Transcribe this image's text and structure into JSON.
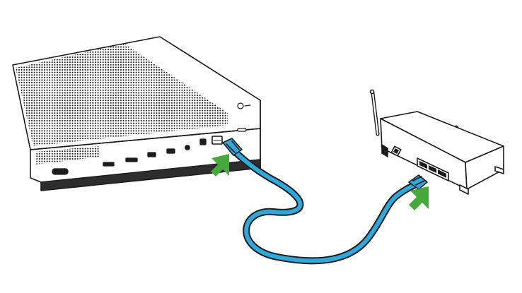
{
  "diagram": {
    "devices": [
      {
        "id": "console",
        "icon": "game-console-icon"
      },
      {
        "id": "router",
        "icon": "wireless-router-icon"
      }
    ],
    "connection": {
      "icon": "ethernet-cable-icon",
      "from": "console",
      "to": "router"
    },
    "callouts": [
      {
        "icon": "arrow-up-right-icon",
        "target": "console"
      },
      {
        "icon": "arrow-up-right-icon",
        "target": "router"
      }
    ]
  },
  "colors": {
    "cable": "#2fa9dc",
    "cable_outline": "#1c1c1c",
    "arrow": "#47a83d",
    "outline": "#1c1c1c",
    "base_shadow": "#2d2d2d",
    "device_body": "#ffffff"
  }
}
